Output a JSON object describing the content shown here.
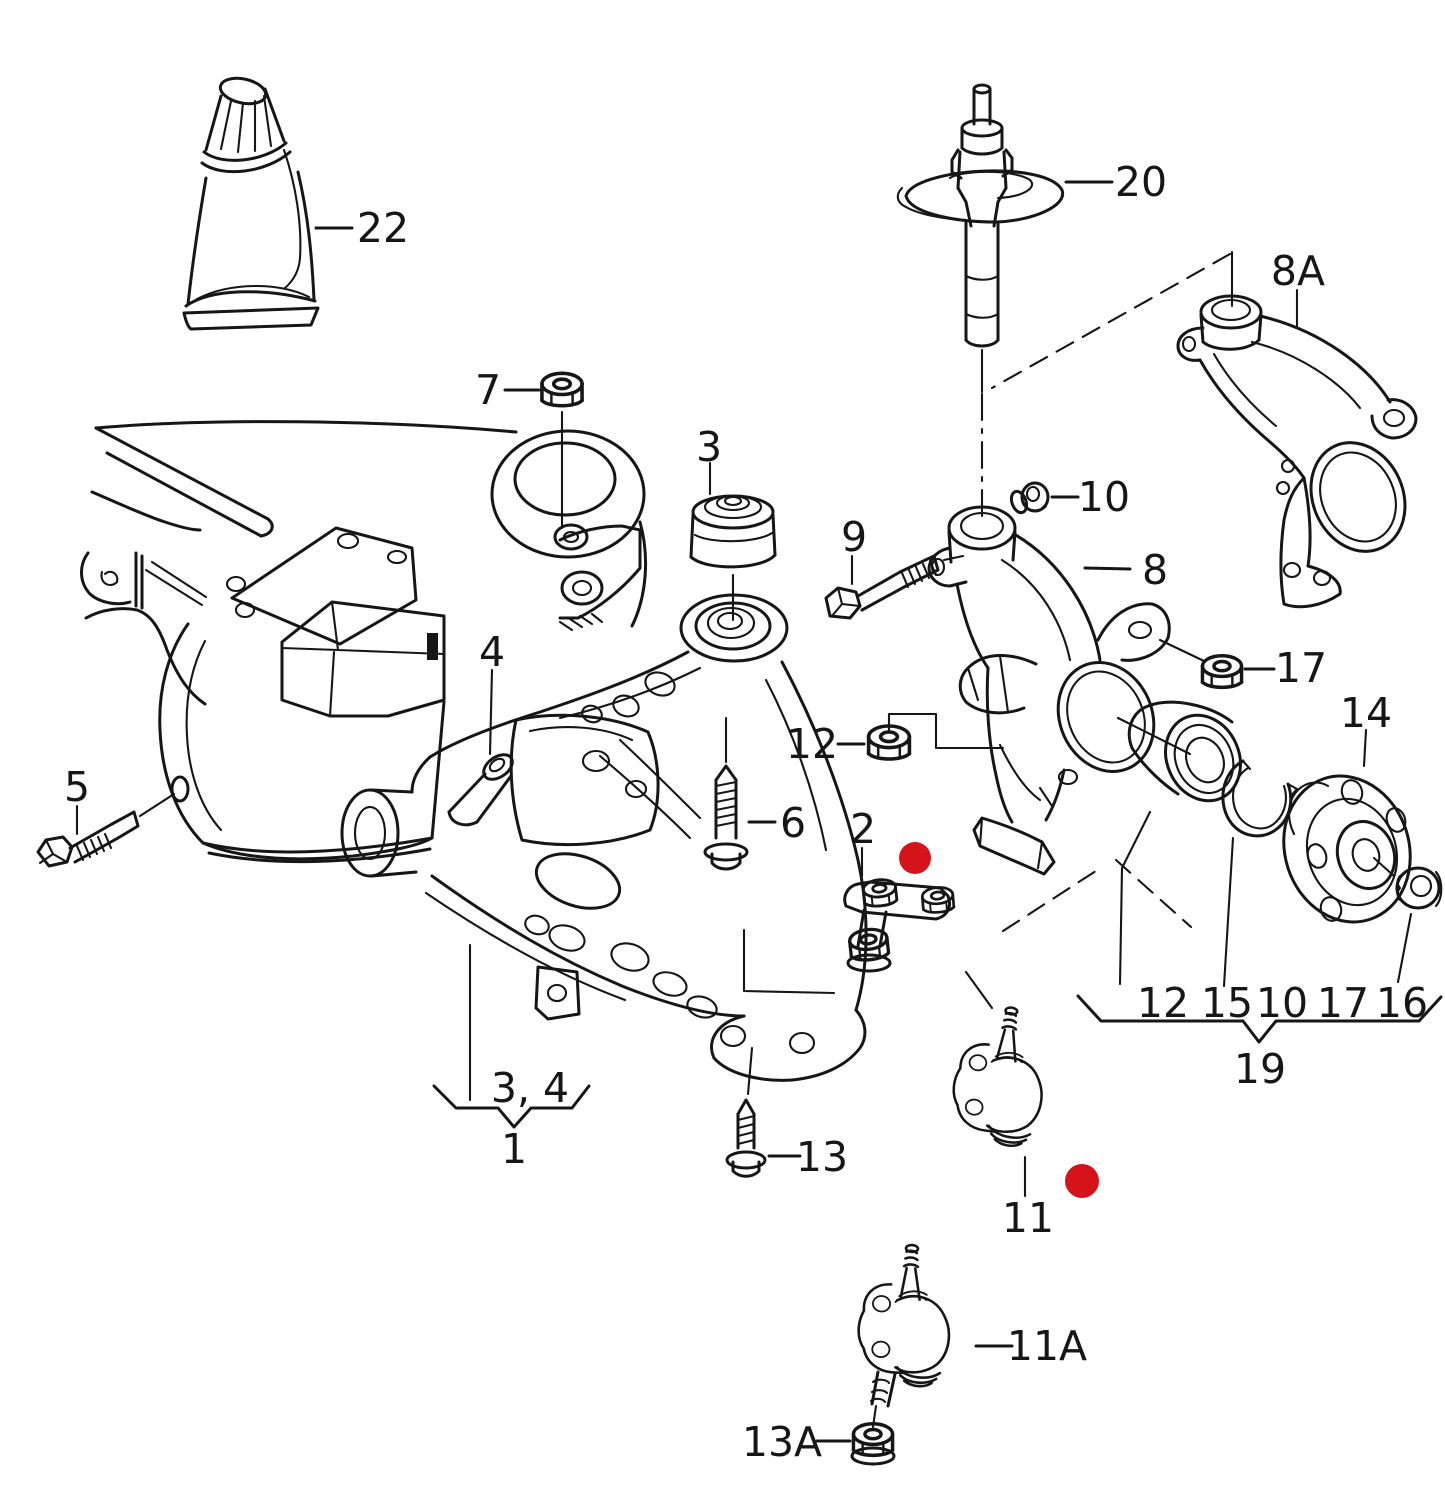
{
  "diagram": {
    "kind": "exploded-parts-diagram",
    "colors": {
      "background": "#ffffff",
      "line": "#161616",
      "marker": "#d6121b"
    },
    "callouts": {
      "n1": "1",
      "n2": "2",
      "n3": "3",
      "n3_4": "3, 4",
      "n4": "4",
      "n5": "5",
      "n6": "6",
      "n7": "7",
      "n8": "8",
      "n8a": "8A",
      "n9": "9",
      "n10": "10",
      "n11": "11",
      "n11a": "11A",
      "n12": "12",
      "n13": "13",
      "n13a": "13A",
      "n14": "14",
      "n17": "17",
      "n20": "20",
      "n22": "22"
    },
    "group19": {
      "items": [
        "12",
        "15",
        "10",
        "17",
        "16"
      ],
      "label": "19"
    },
    "markers": [
      {
        "name": "highlight-dot-part-2"
      },
      {
        "name": "highlight-dot-part-11"
      }
    ]
  }
}
